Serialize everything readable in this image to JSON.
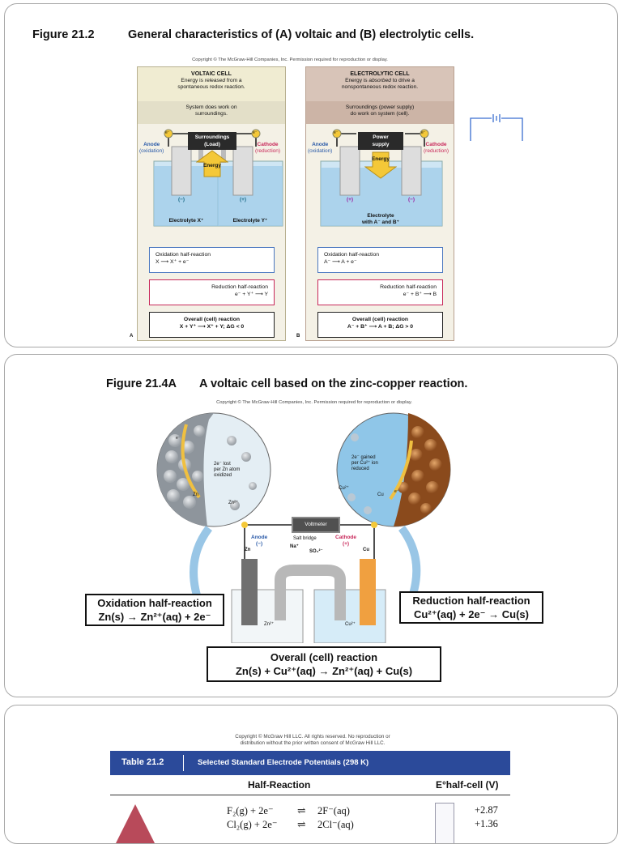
{
  "slide1": {
    "fig_num": "Figure 21.2",
    "fig_title": "General characteristics of (A) voltaic and (B) electrolytic cells.",
    "copyright": "Copyright © The McGraw-Hill Companies, Inc. Permission required for reproduction or display.",
    "voltaic": {
      "heading": "VOLTAIC CELL",
      "line1_pre": "Energy is ",
      "line1_em": "released",
      "line1_post": " from a",
      "line2": "spontaneous redox reaction.",
      "work_line1": "System does work on",
      "work_line2": "surroundings.",
      "load_line1": "Surroundings",
      "load_line2": "(Load)",
      "energy": "Energy",
      "anode": "Anode",
      "anode_sub": "(oxidation)",
      "cathode": "Cathode",
      "cathode_sub": "(reduction)",
      "electrode_left": "(−)",
      "electrode_right": "(+)",
      "electrolyte_left": "Electrolyte X⁺",
      "electrolyte_right": "Electrolyte Y⁺",
      "ox_title": "Oxidation half-reaction",
      "ox_eq": "X ⟶ X⁺ + e⁻",
      "red_title": "Reduction half-reaction",
      "red_eq": "e⁻ + Y⁺ ⟶ Y",
      "overall_title": "Overall (cell) reaction",
      "overall_eq": "X + Y⁺ ⟶ X⁺ + Y; ΔG < 0",
      "panel_letter": "A"
    },
    "electrolytic": {
      "heading": "ELECTROLYTIC CELL",
      "line1_pre": "Energy is ",
      "line1_em": "absorbed",
      "line1_post": " to drive a",
      "line2": "nonspontaneous redox reaction.",
      "work_line1": "Surroundings (power supply)",
      "work_line2": "do work on system (cell).",
      "load_line1": "Power",
      "load_line2": "supply",
      "energy": "Energy",
      "anode": "Anode",
      "anode_sub": "(oxidation)",
      "cathode": "Cathode",
      "cathode_sub": "(reduction)",
      "electrode_left": "(+)",
      "electrode_right": "(−)",
      "electrolyte_line1": "Electrolyte",
      "electrolyte_line2": "with A⁻ and B⁺",
      "ox_title": "Oxidation half-reaction",
      "ox_eq": "A⁻ ⟶ A + e⁻",
      "red_title": "Reduction half-reaction",
      "red_eq": "e⁻ + B⁺ ⟶ B",
      "overall_title": "Overall (cell) reaction",
      "overall_eq": "A⁻ + B⁺ ⟶ A + B; ΔG > 0",
      "panel_letter": "B"
    },
    "electron": "e⁻"
  },
  "slide2": {
    "fig_num": "Figure 21.4A",
    "fig_title": "A voltaic cell based on the zinc-copper reaction.",
    "copyright": "Copyright © The McGraw-Hill Companies, Inc. Permission required for reproduction or display.",
    "left_circle": {
      "line1": "2e⁻ lost",
      "line2": "per Zn atom",
      "line3": "oxidized",
      "zn": "Zn",
      "zn2": "Zn²⁺",
      "e": "e⁻"
    },
    "right_circle": {
      "line1": "2e⁻ gained",
      "line2": "per Cu²⁺ ion",
      "line3": "reduced",
      "cu2": "Cu²⁺",
      "cu": "Cu",
      "e": "e⁻"
    },
    "voltmeter": "Voltmeter",
    "anode": "Anode",
    "anode_sign": "(−)",
    "cathode": "Cathode",
    "cathode_sign": "(+)",
    "salt_bridge": "Salt bridge",
    "na": "Na⁺",
    "so4": "SO₄²⁻",
    "zn_electrode": "Zn",
    "cu_electrode": "Cu",
    "zn_solution": "Zn²⁺",
    "cu_solution": "Cu²⁺",
    "ox_box_title": "Oxidation half-reaction",
    "ox_box_eq": "Zn(s) → Zn²⁺(aq) + 2e⁻",
    "red_box_title": "Reduction half-reaction",
    "red_box_eq": "Cu²⁺(aq) + 2e⁻ → Cu(s)",
    "overall_title": "Overall (cell) reaction",
    "overall_eq": "Zn(s) + Cu²⁺(aq) → Zn²⁺(aq) + Cu(s)"
  },
  "slide3": {
    "copyright_line1": "Copyright © McGraw Hill LLC. All rights reserved. No reproduction or",
    "copyright_line2": "distribution without the prior written consent of McGraw Hill LLC.",
    "table_num": "Table 21.2",
    "table_title": "Selected Standard Electrode Potentials (298 K)",
    "col_half": "Half-Reaction",
    "col_e": "E°half-cell (V)",
    "rows": [
      {
        "left": "F₂(g) + 2e⁻",
        "right": "2F⁻(aq)",
        "value": "+2.87"
      },
      {
        "left": "Cl₂(g) + 2e⁻",
        "right": "2Cl⁻(aq)",
        "value": "+1.36"
      }
    ]
  },
  "colors": {
    "voltaic_header": "#f0ecd2",
    "electrolytic_header": "#d8c4b8",
    "cathode_red": "#c8285a",
    "anode_blue": "#2a5aa8",
    "table_header": "#2b4a9a",
    "energy_yellow": "#f4c838"
  }
}
